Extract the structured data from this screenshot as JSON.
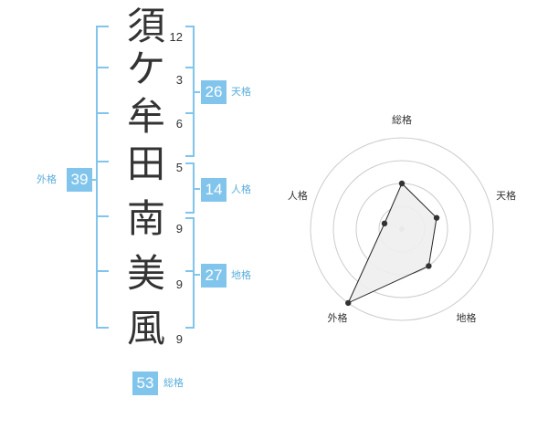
{
  "name_chars": [
    {
      "char": "須",
      "strokes": "12"
    },
    {
      "char": "ケ",
      "strokes": "3"
    },
    {
      "char": "牟",
      "strokes": "6"
    },
    {
      "char": "田",
      "strokes": "5"
    },
    {
      "char": "南",
      "strokes": "9"
    },
    {
      "char": "美",
      "strokes": "9"
    },
    {
      "char": "風",
      "strokes": "9"
    }
  ],
  "kaku": {
    "tenkaku": {
      "value": "26",
      "label": "天格"
    },
    "jinkaku": {
      "value": "14",
      "label": "人格"
    },
    "chikaku": {
      "value": "27",
      "label": "地格"
    },
    "gaikaku": {
      "value": "39",
      "label": "外格"
    },
    "soukaku": {
      "value": "53",
      "label": "総格"
    }
  },
  "colors": {
    "accent": "#81c5ec",
    "text": "#333333",
    "grid": "#cccccc",
    "fill": "#eeeeee"
  },
  "chart_data": {
    "type": "radar",
    "axes": [
      "総格",
      "天格",
      "地格",
      "外格",
      "人格"
    ],
    "values": [
      0.5,
      0.4,
      0.5,
      1.0,
      0.2
    ],
    "rings": 4
  }
}
